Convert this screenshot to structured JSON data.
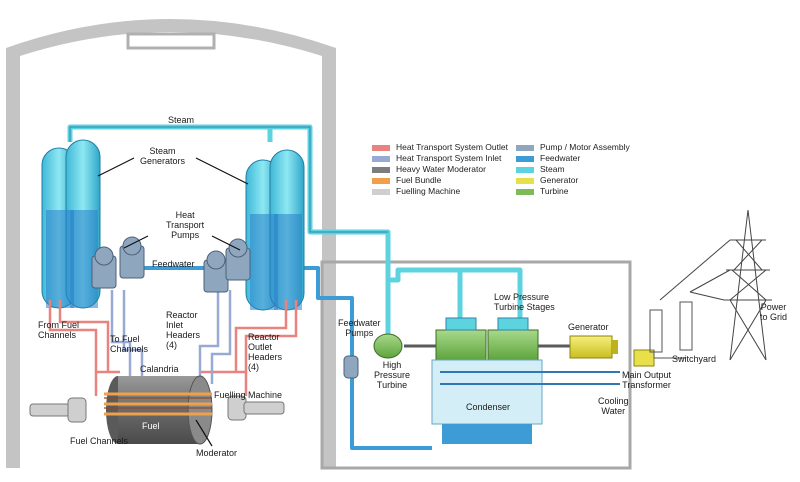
{
  "labels": {
    "steam": "Steam",
    "steam_generators": "Steam\nGenerators",
    "heat_transport_pumps": "Heat\nTransport\nPumps",
    "feedwater": "Feedwater",
    "reactor_inlet_headers": "Reactor\nInlet\nHeaders\n(4)",
    "reactor_outlet_headers": "Reactor\nOutlet\nHeaders\n(4)",
    "from_fuel_channels": "From Fuel\nChannels",
    "to_fuel_channels": "To Fuel\nChannels",
    "calandria": "Calandria",
    "fuel": "Fuel",
    "fuelling_machine": "Fuelling Machine",
    "fuel_channels": "Fuel Channels",
    "moderator": "Moderator",
    "feedwater_pumps": "Feedwater\nPumps",
    "high_pressure_turbine": "High\nPressure\nTurbine",
    "low_pressure_turbine_stages": "Low Pressure\nTurbine Stages",
    "generator": "Generator",
    "condenser": "Condenser",
    "cooling_water": "Cooling\nWater",
    "main_output_transformer": "Main Output\nTransformer",
    "switchyard": "Switchyard",
    "power_to_grid": "Power\nto Grid"
  },
  "legend": [
    {
      "label": "Heat Transport System Outlet",
      "color": "#e8837f"
    },
    {
      "label": "Heat Transport System Inlet",
      "color": "#98a9d4"
    },
    {
      "label": "Heavy Water Moderator",
      "color": "#7d7d7d"
    },
    {
      "label": "Fuel Bundle",
      "color": "#f0a04b"
    },
    {
      "label": "Fuelling Machine",
      "color": "#cfcfcf"
    },
    {
      "label": "Pump / Motor Assembly",
      "color": "#8fa6bf"
    },
    {
      "label": "Feedwater",
      "color": "#3d9bd6"
    },
    {
      "label": "Steam",
      "color": "#5dd3e0"
    },
    {
      "label": "Generator",
      "color": "#e8e04a"
    },
    {
      "label": "Turbine",
      "color": "#7dbb5a"
    }
  ],
  "colors": {
    "hts_outlet": "#e8837f",
    "hts_inlet": "#98a9d4",
    "moderator": "#7d7d7d",
    "fuel_bundle": "#f0a04b",
    "fuelling_machine": "#cfcfcf",
    "pump_motor": "#8fa6bf",
    "feedwater": "#3d9bd6",
    "steam": "#5dd3e0",
    "generator": "#e8e04a",
    "turbine": "#7dbb5a",
    "building": "#a8a8a8"
  }
}
